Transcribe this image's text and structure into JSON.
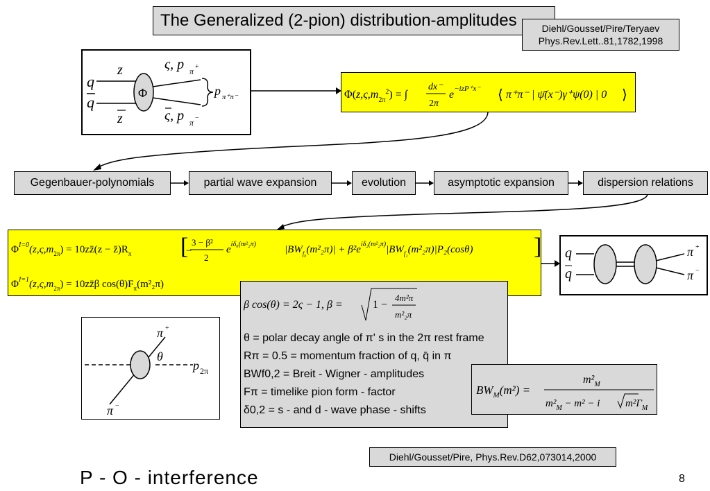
{
  "title": "The Generalized (2-pion) distribution-amplitudes",
  "reference_top": {
    "line1": "Diehl/Gousset/Pire/Teryaev",
    "line2": "Phys.Rev.Lett..81,1782,1998"
  },
  "reference_bottom": "Diehl/Gousset/Pire, Phys.Rev.D62,073014,2000",
  "flow_steps": [
    "Gegenbauer-polynomials",
    "partial wave expansion",
    "evolution",
    "asymptotic expansion",
    "dispersion relations"
  ],
  "legend": {
    "line1": "θ = polar decay angle of π' s in the 2π rest frame",
    "line2": "Rπ = 0.5 = momentum fraction of q, q̄ in π",
    "line3": "BWf0,2 = Breit - Wigner - amplitudes",
    "line4": "Fπ = timelike pion form - factor",
    "line5": "δ0,2 = s - and d - wave phase - shifts"
  },
  "footer_label": "P - O - interference",
  "page_number": "8"
}
